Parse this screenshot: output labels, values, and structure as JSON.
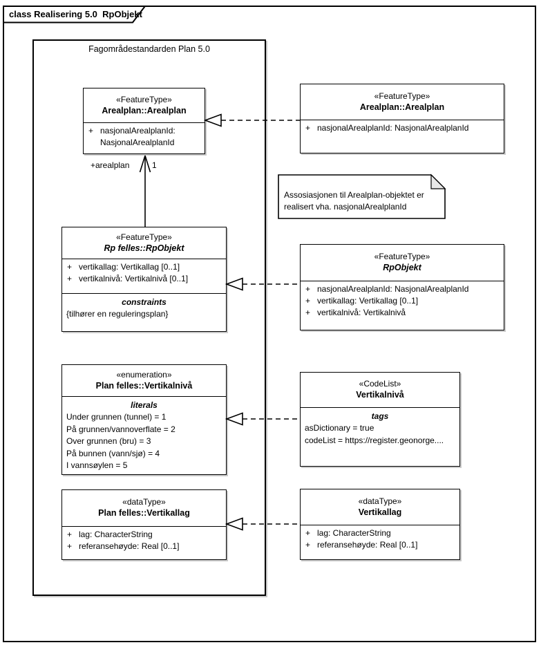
{
  "diagram": {
    "title": "class Realisering 5.0  RpObjekt"
  },
  "package": {
    "label": "Fagområdestandarden Plan 5.0"
  },
  "note": {
    "text": "Assosiasjonen til Arealplan-objektet er realisert vha. nasjonalArealplanId"
  },
  "association": {
    "role": "+arealplan",
    "multiplicity": "1"
  },
  "colors": {
    "line": "#000000",
    "shadow": "#c9c9c9",
    "note_fold": "#e8e8e8",
    "background": "#ffffff"
  },
  "classes": [
    {
      "id": "arealplan-left",
      "stereotype": "«FeatureType»",
      "name": "Arealplan::Arealplan",
      "attributes": [
        {
          "vis": "+",
          "text": "nasjonalArealplanId: NasjonalArealplanId"
        }
      ]
    },
    {
      "id": "arealplan-right",
      "stereotype": "«FeatureType»",
      "name": "Arealplan::Arealplan",
      "attributes": [
        {
          "vis": "+",
          "text": "nasjonalArealplanId: NasjonalArealplanId"
        }
      ]
    },
    {
      "id": "rpobjekt-left",
      "stereotype": "«FeatureType»",
      "name": "Rp felles::RpObjekt",
      "attributes": [
        {
          "vis": "+",
          "text": "vertikallag: Vertikallag [0..1]"
        },
        {
          "vis": "+",
          "text": "vertikalnivå: Vertikalnivå [0..1]"
        }
      ],
      "section": {
        "label": "constraints",
        "lines": [
          "{tilhører en reguleringsplan}"
        ]
      }
    },
    {
      "id": "rpobjekt-right",
      "stereotype": "«FeatureType»",
      "name": "RpObjekt",
      "attributes": [
        {
          "vis": "+",
          "text": "nasjonalArealplanId: NasjonalArealplanId"
        },
        {
          "vis": "+",
          "text": "vertikallag: Vertikallag [0..1]"
        },
        {
          "vis": "+",
          "text": "vertikalnivå: Vertikalnivå"
        }
      ]
    },
    {
      "id": "vertikalniva-enum",
      "stereotype": "«enumeration»",
      "name": "Plan felles::Vertikalnivå",
      "section": {
        "label": "literals",
        "lines": [
          "Under grunnen (tunnel) = 1",
          "På grunnen/vannoverflate = 2",
          "Over grunnen (bru) = 3",
          "På bunnen (vann/sjø) = 4",
          "I vannsøylen = 5"
        ]
      }
    },
    {
      "id": "vertikalniva-codelist",
      "stereotype": "«CodeList»",
      "name": "Vertikalnivå",
      "section": {
        "label": "tags",
        "lines": [
          "asDictionary = true",
          "codeList = https://register.geonorge...."
        ]
      }
    },
    {
      "id": "vertikallag-left",
      "stereotype": "«dataType»",
      "name": "Plan felles::Vertikallag",
      "attributes": [
        {
          "vis": "+",
          "text": "lag: CharacterString"
        },
        {
          "vis": "+",
          "text": "referansehøyde: Real [0..1]"
        }
      ]
    },
    {
      "id": "vertikallag-right",
      "stereotype": "«dataType»",
      "name": "Vertikallag",
      "attributes": [
        {
          "vis": "+",
          "text": "lag: CharacterString"
        },
        {
          "vis": "+",
          "text": "referansehøyde: Real [0..1]"
        }
      ]
    }
  ]
}
